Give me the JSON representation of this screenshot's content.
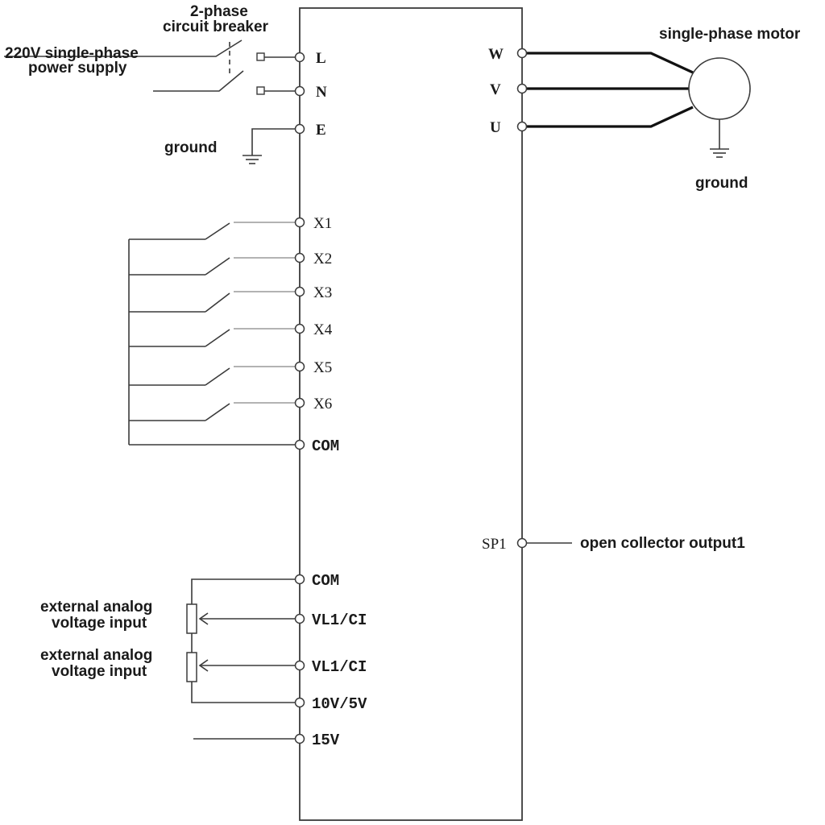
{
  "labels": {
    "breaker_line1": "2-phase",
    "breaker_line2": "circuit breaker",
    "supply_line1": "220V single-phase",
    "supply_line2": "power supply",
    "ground_left": "ground",
    "motor": "single-phase motor",
    "ground_motor": "ground",
    "open_collector": "open collector output1",
    "analog1_line1": "external analog",
    "analog1_line2": "voltage input",
    "analog2_line1": "external analog",
    "analog2_line2": "voltage input"
  },
  "terminals": {
    "L": "L",
    "N": "N",
    "E": "E",
    "X1": "X1",
    "X2": "X2",
    "X3": "X3",
    "X4": "X4",
    "X5": "X5",
    "X6": "X6",
    "COM1": "COM",
    "COM2": "COM",
    "VL1a": "VL1/CI",
    "VL1b": "VL1/CI",
    "V10": "10V/5V",
    "V15": "15V",
    "W": "W",
    "V": "V",
    "U": "U",
    "SP1": "SP1"
  }
}
